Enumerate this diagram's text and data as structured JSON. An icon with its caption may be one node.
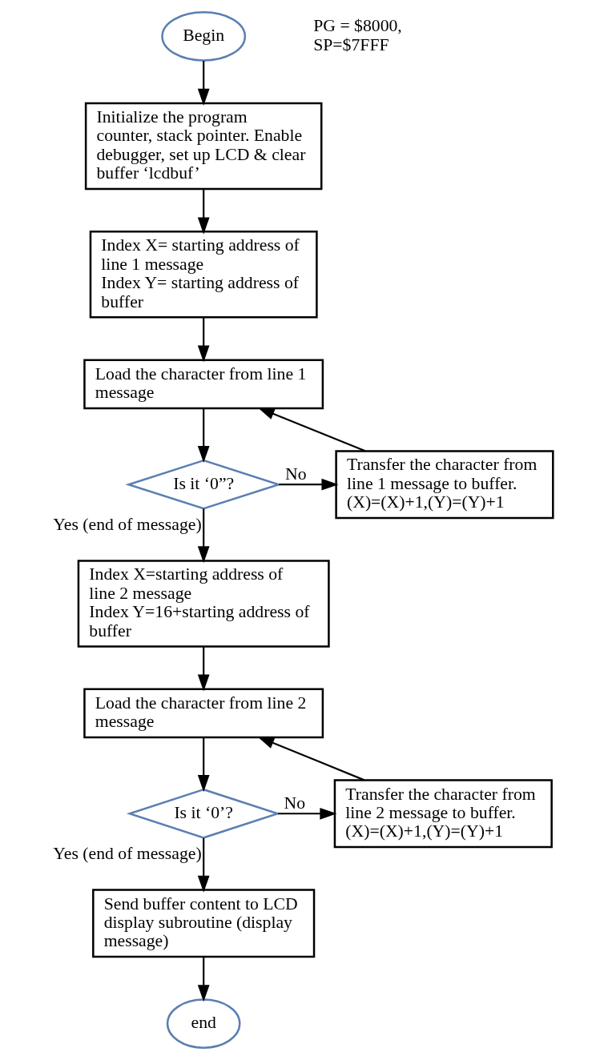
{
  "diagram": {
    "nodes": [
      {
        "text": [
          "Begin"
        ]
      },
      {
        "text": [
          "Initialize the program counter, stack pointer. Enable debugger, set up LCD & clear buffer ‘lcdbuf’"
        ]
      },
      {
        "text": [
          "Index X= starting address of line 1 message",
          "Index Y= starting address of buffer"
        ]
      },
      {
        "text": [
          "Load the character from line 1 message"
        ]
      },
      {
        "text": [
          "Is it ‘0”?"
        ]
      },
      {
        "text": [
          "Transfer the character from line 1 message to buffer.",
          "(X)=(X)+1,(Y)=(Y)+1"
        ]
      },
      {
        "text": [
          "Index X=starting address of line 2 message",
          "Index Y=16+starting address of buffer"
        ]
      },
      {
        "text": [
          "Load the character from line 2 message"
        ]
      },
      {
        "text": [
          "Is it ‘0’?"
        ]
      },
      {
        "text": [
          "Transfer the character from line 2 message to buffer.",
          "(X)=(X)+1,(Y)=(Y)+1"
        ]
      },
      {
        "text": [
          "Send buffer content to LCD display subroutine (display message)"
        ]
      },
      {
        "text": [
          "end"
        ]
      }
    ],
    "edges": [
      {
        "from": 0,
        "to": 1,
        "arrow": "to"
      },
      {
        "from": 1,
        "to": 2,
        "arrow": "to"
      },
      {
        "from": 2,
        "to": 3,
        "arrow": "to"
      },
      {
        "from": 3,
        "to": 4,
        "arrow": "to"
      },
      {
        "from": 4,
        "to": 5,
        "arrow": "to",
        "label": "No"
      },
      {
        "from": 5,
        "to": 3,
        "arrow": "to"
      },
      {
        "from": 4,
        "to": 6,
        "arrow": "to",
        "label": "Yes (end of message)"
      },
      {
        "from": 6,
        "to": 7,
        "arrow": "to"
      },
      {
        "from": 7,
        "to": 8,
        "arrow": "to"
      },
      {
        "from": 8,
        "to": 9,
        "arrow": "to",
        "label": "No"
      },
      {
        "from": 9,
        "to": 7,
        "arrow": "to"
      },
      {
        "from": 8,
        "to": 10,
        "arrow": "to",
        "label": "Yes (end of message)"
      },
      {
        "from": 10,
        "to": 11,
        "arrow": "to"
      }
    ],
    "labels": [
      "PG = $8000, SP=$7FFF"
    ]
  }
}
